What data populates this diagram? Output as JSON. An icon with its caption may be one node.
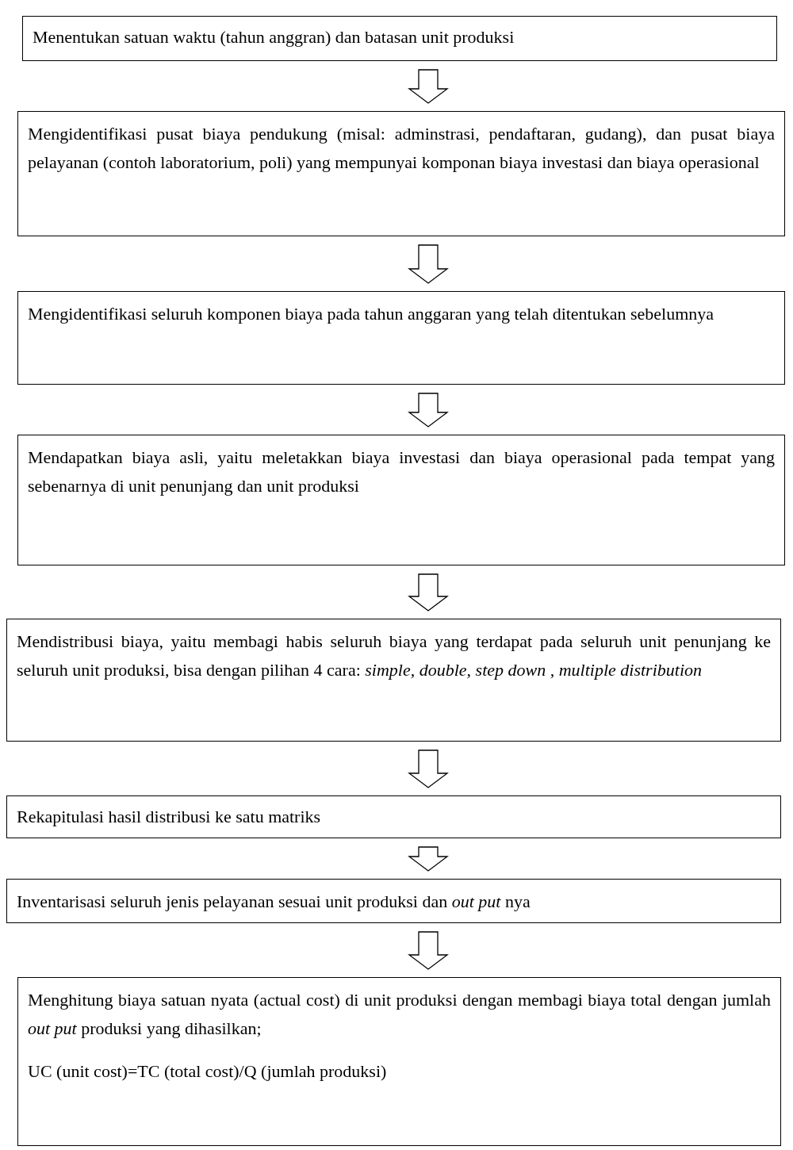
{
  "diagram": {
    "nodes": [
      {
        "text": [
          "Menentukan satuan waktu (tahun anggran)  dan batasan unit produksi"
        ]
      },
      {
        "text": [
          "Mengidentifikasi pusat biaya pendukung (misal: adminstrasi, pendaftaran, gudang), dan pusat biaya pelayanan (contoh laboratorium, poli) yang mempunyai komponan biaya investasi dan biaya operasional"
        ]
      },
      {
        "text": [
          "Mengidentifikasi seluruh komponen biaya pada tahun anggaran yang telah  ditentukan sebelumnya"
        ]
      },
      {
        "text": [
          "Mendapatkan biaya asli, yaitu meletakkan biaya investasi dan biaya operasional  pada tempat yang sebenarnya di unit penunjang dan unit produksi"
        ]
      },
      {
        "text": [
          "Mendistribusi biaya, yaitu membagi habis seluruh biaya yang terdapat pada seluruh unit penunjang ke seluruh unit produksi, bisa dengan pilihan 4 cara: *simple, double, step down , multiple distribution*"
        ]
      },
      {
        "text": [
          "Rekapitulasi hasil distribusi ke satu matriks"
        ]
      },
      {
        "text": [
          "Inventarisasi seluruh jenis pelayanan sesuai unit produksi dan *out put* nya"
        ]
      },
      {
        "text": [
          "Menghitung biaya satuan nyata (actual cost) di unit produksi dengan membagi biaya total dengan jumlah  *out put* produksi yang dihasilkan;",
          "UC (unit cost)=TC (total cost)/Q (jumlah produksi)"
        ]
      }
    ],
    "edges": [
      {
        "from": 0,
        "to": 1,
        "arrow": "to"
      },
      {
        "from": 1,
        "to": 2,
        "arrow": "to"
      },
      {
        "from": 2,
        "to": 3,
        "arrow": "to"
      },
      {
        "from": 3,
        "to": 4,
        "arrow": "to"
      },
      {
        "from": 4,
        "to": 5,
        "arrow": "to"
      },
      {
        "from": 5,
        "to": 6,
        "arrow": "to"
      },
      {
        "from": 6,
        "to": 7,
        "arrow": "to"
      }
    ]
  }
}
